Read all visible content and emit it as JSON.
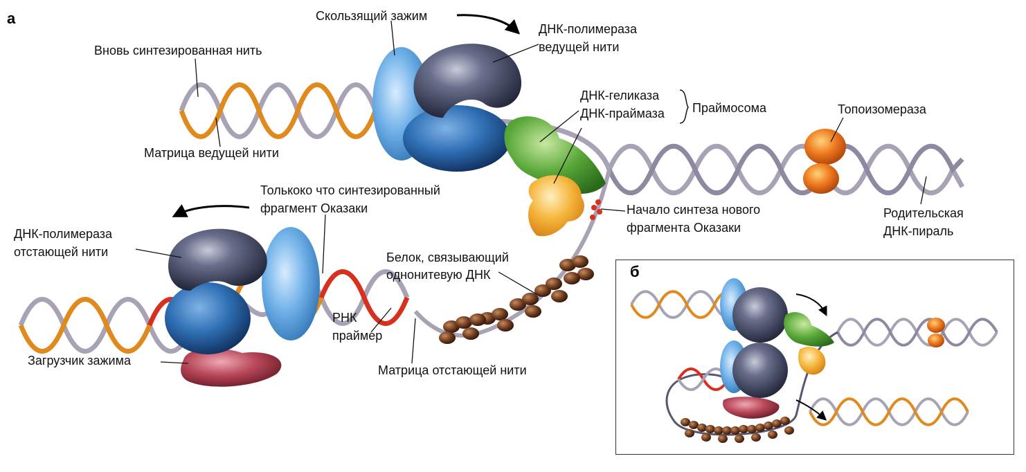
{
  "panels": {
    "a": "а",
    "b": "б"
  },
  "labels": {
    "sliding_clamp": "Скользящий зажим",
    "leading_polymerase": [
      "ДНК-полимераза",
      "ведущей нити"
    ],
    "new_strand": "Вновь синтезированная нить",
    "leading_template": "Матрица ведущей нити",
    "helicase": "ДНК-геликаза",
    "primase": "ДНК-праймаза",
    "primosome": "Праймосома",
    "topoisomerase": "Топоизомераза",
    "okazaki_fragment": [
      "Толькоко что синтезированный",
      "фрагмент Оказаки"
    ],
    "lagging_polymerase": [
      "ДНК-полимераза",
      "отстающей нити"
    ],
    "okazaki_start": [
      "Начало синтеза нового",
      "фрагмента Оказаки"
    ],
    "parental_dna": [
      "Родительская",
      "ДНК-пираль"
    ],
    "ssb": [
      "Белок, связывающий",
      "однонитевую ДНК"
    ],
    "rna_primer": [
      "РНК",
      "праймер"
    ],
    "clamp_loader": "Загрузчик зажима",
    "lagging_template": "Матрица отстающей нити"
  },
  "colors": {
    "strand_orange": "#e08a1e",
    "strand_grey": "#a8a2b4",
    "primer_red": "#d8301e",
    "polymerase": "#4a4f6a",
    "polymerase_blue": "#2f6fb5",
    "clamp_light": "#6fb0e8",
    "helicase_green": "#59a83a",
    "primase_yellow": "#f5b53a",
    "topo_orange": "#ef7a1e",
    "ssb_brown": "#6b3a1e",
    "loader_red": "#b8485a"
  }
}
